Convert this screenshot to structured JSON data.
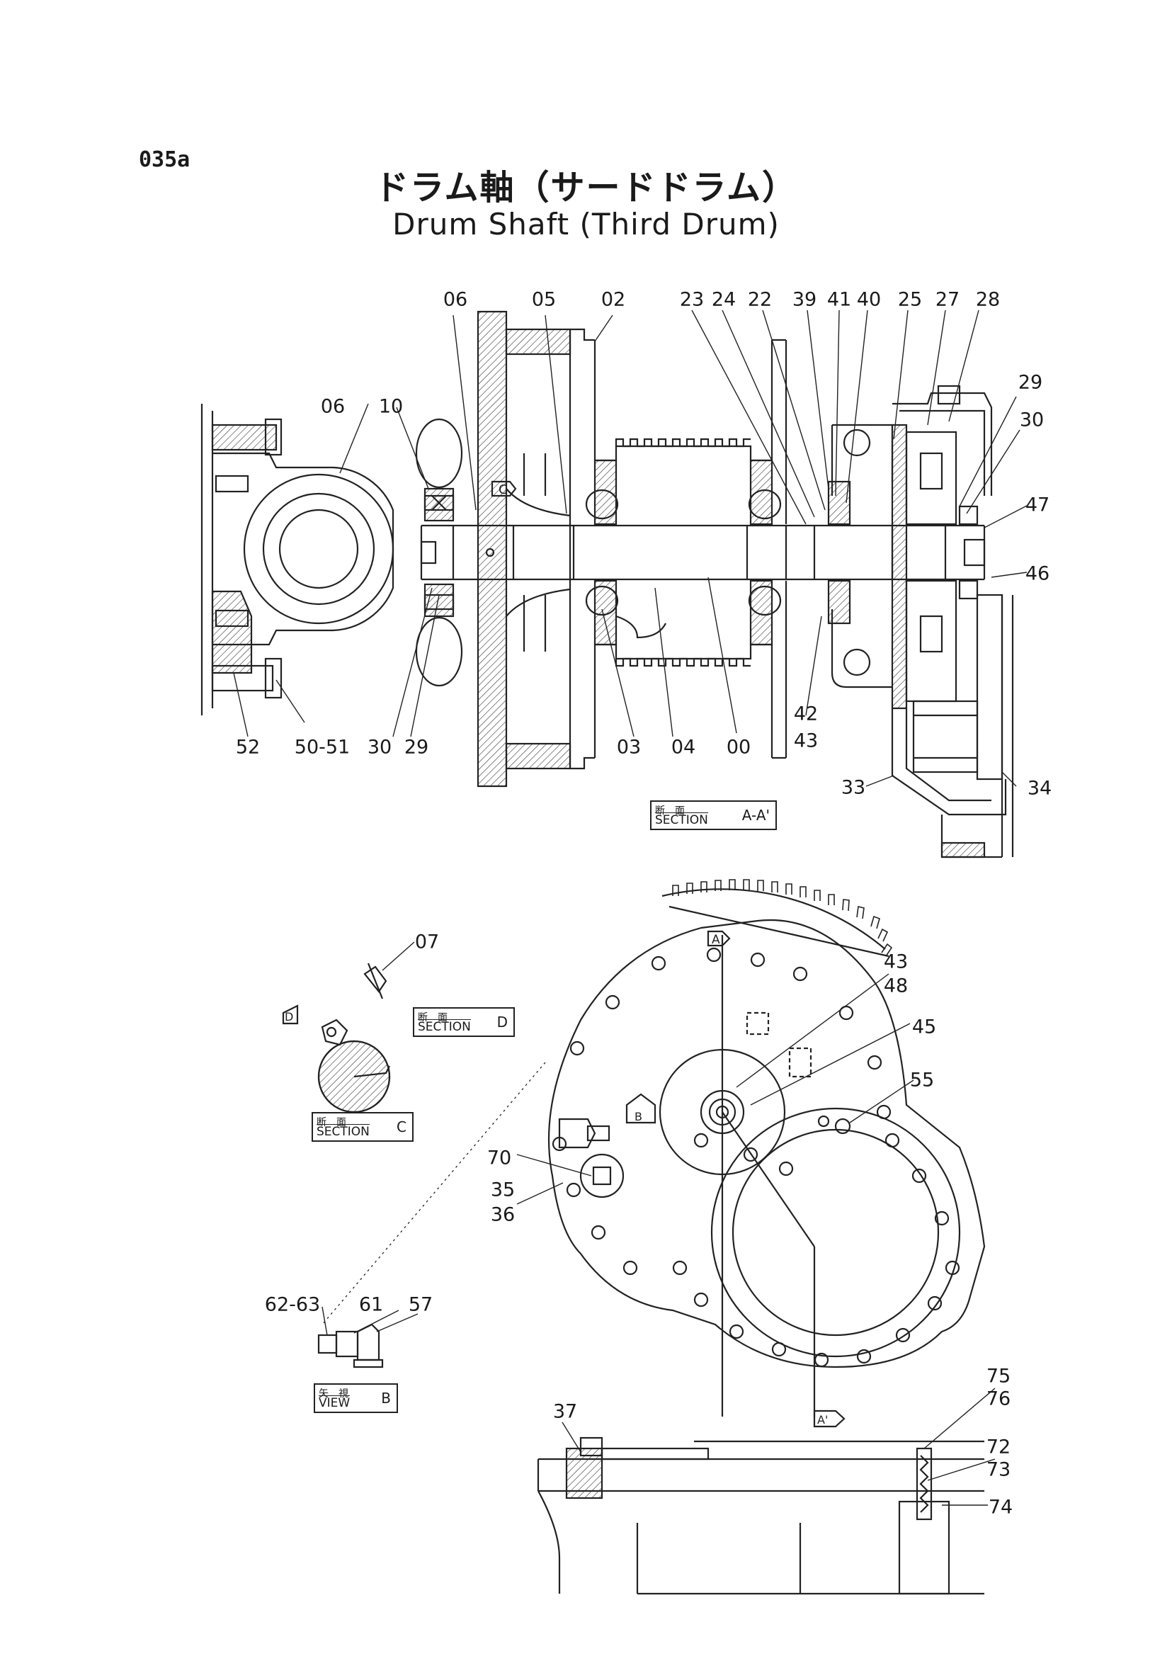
{
  "page_number": "035a",
  "title_jp": "ドラム軸（サードドラム）",
  "title_en": "Drum Shaft (Third Drum)",
  "callouts": {
    "c06a": "06",
    "c05": "05",
    "c02": "02",
    "c23": "23",
    "c24": "24",
    "c22": "22",
    "c39": "39",
    "c41": "41",
    "c40": "40",
    "c25": "25",
    "c27": "27",
    "c28": "28",
    "c29r": "29",
    "c30r": "30",
    "c47": "47",
    "c46": "46",
    "c06b": "06",
    "c10": "10",
    "c52": "52",
    "c50_51": "50-51",
    "c30l": "30",
    "c29l": "29",
    "c03": "03",
    "c04": "04",
    "c00": "00",
    "c42": "42",
    "c42b": "43",
    "c33": "33",
    "c34": "34",
    "c07": "07",
    "c43": "43",
    "c43b": "48",
    "c45": "45",
    "c55": "55",
    "c70": "70",
    "c35": "35",
    "c35b": "36",
    "c62_63": "62-63",
    "c61": "61",
    "c57": "57",
    "c75": "75",
    "c75b": "76",
    "c72": "72",
    "c72b": "73",
    "c74": "74",
    "c37": "37"
  },
  "section_labels": {
    "aa": {
      "jp": "断面",
      "en": "SECTION",
      "ref": "A-A'"
    },
    "d": {
      "jp": "断面",
      "en": "SECTION",
      "ref": "D"
    },
    "c": {
      "jp": "断面",
      "en": "SECTION",
      "ref": "C"
    },
    "b": {
      "jp": "矢視",
      "en": "VIEW",
      "ref": "B"
    }
  },
  "markers": {
    "c_marker": "C",
    "a_marker": "A",
    "a_prime_marker": "A'",
    "b_marker": "B",
    "d_marker": "D"
  }
}
